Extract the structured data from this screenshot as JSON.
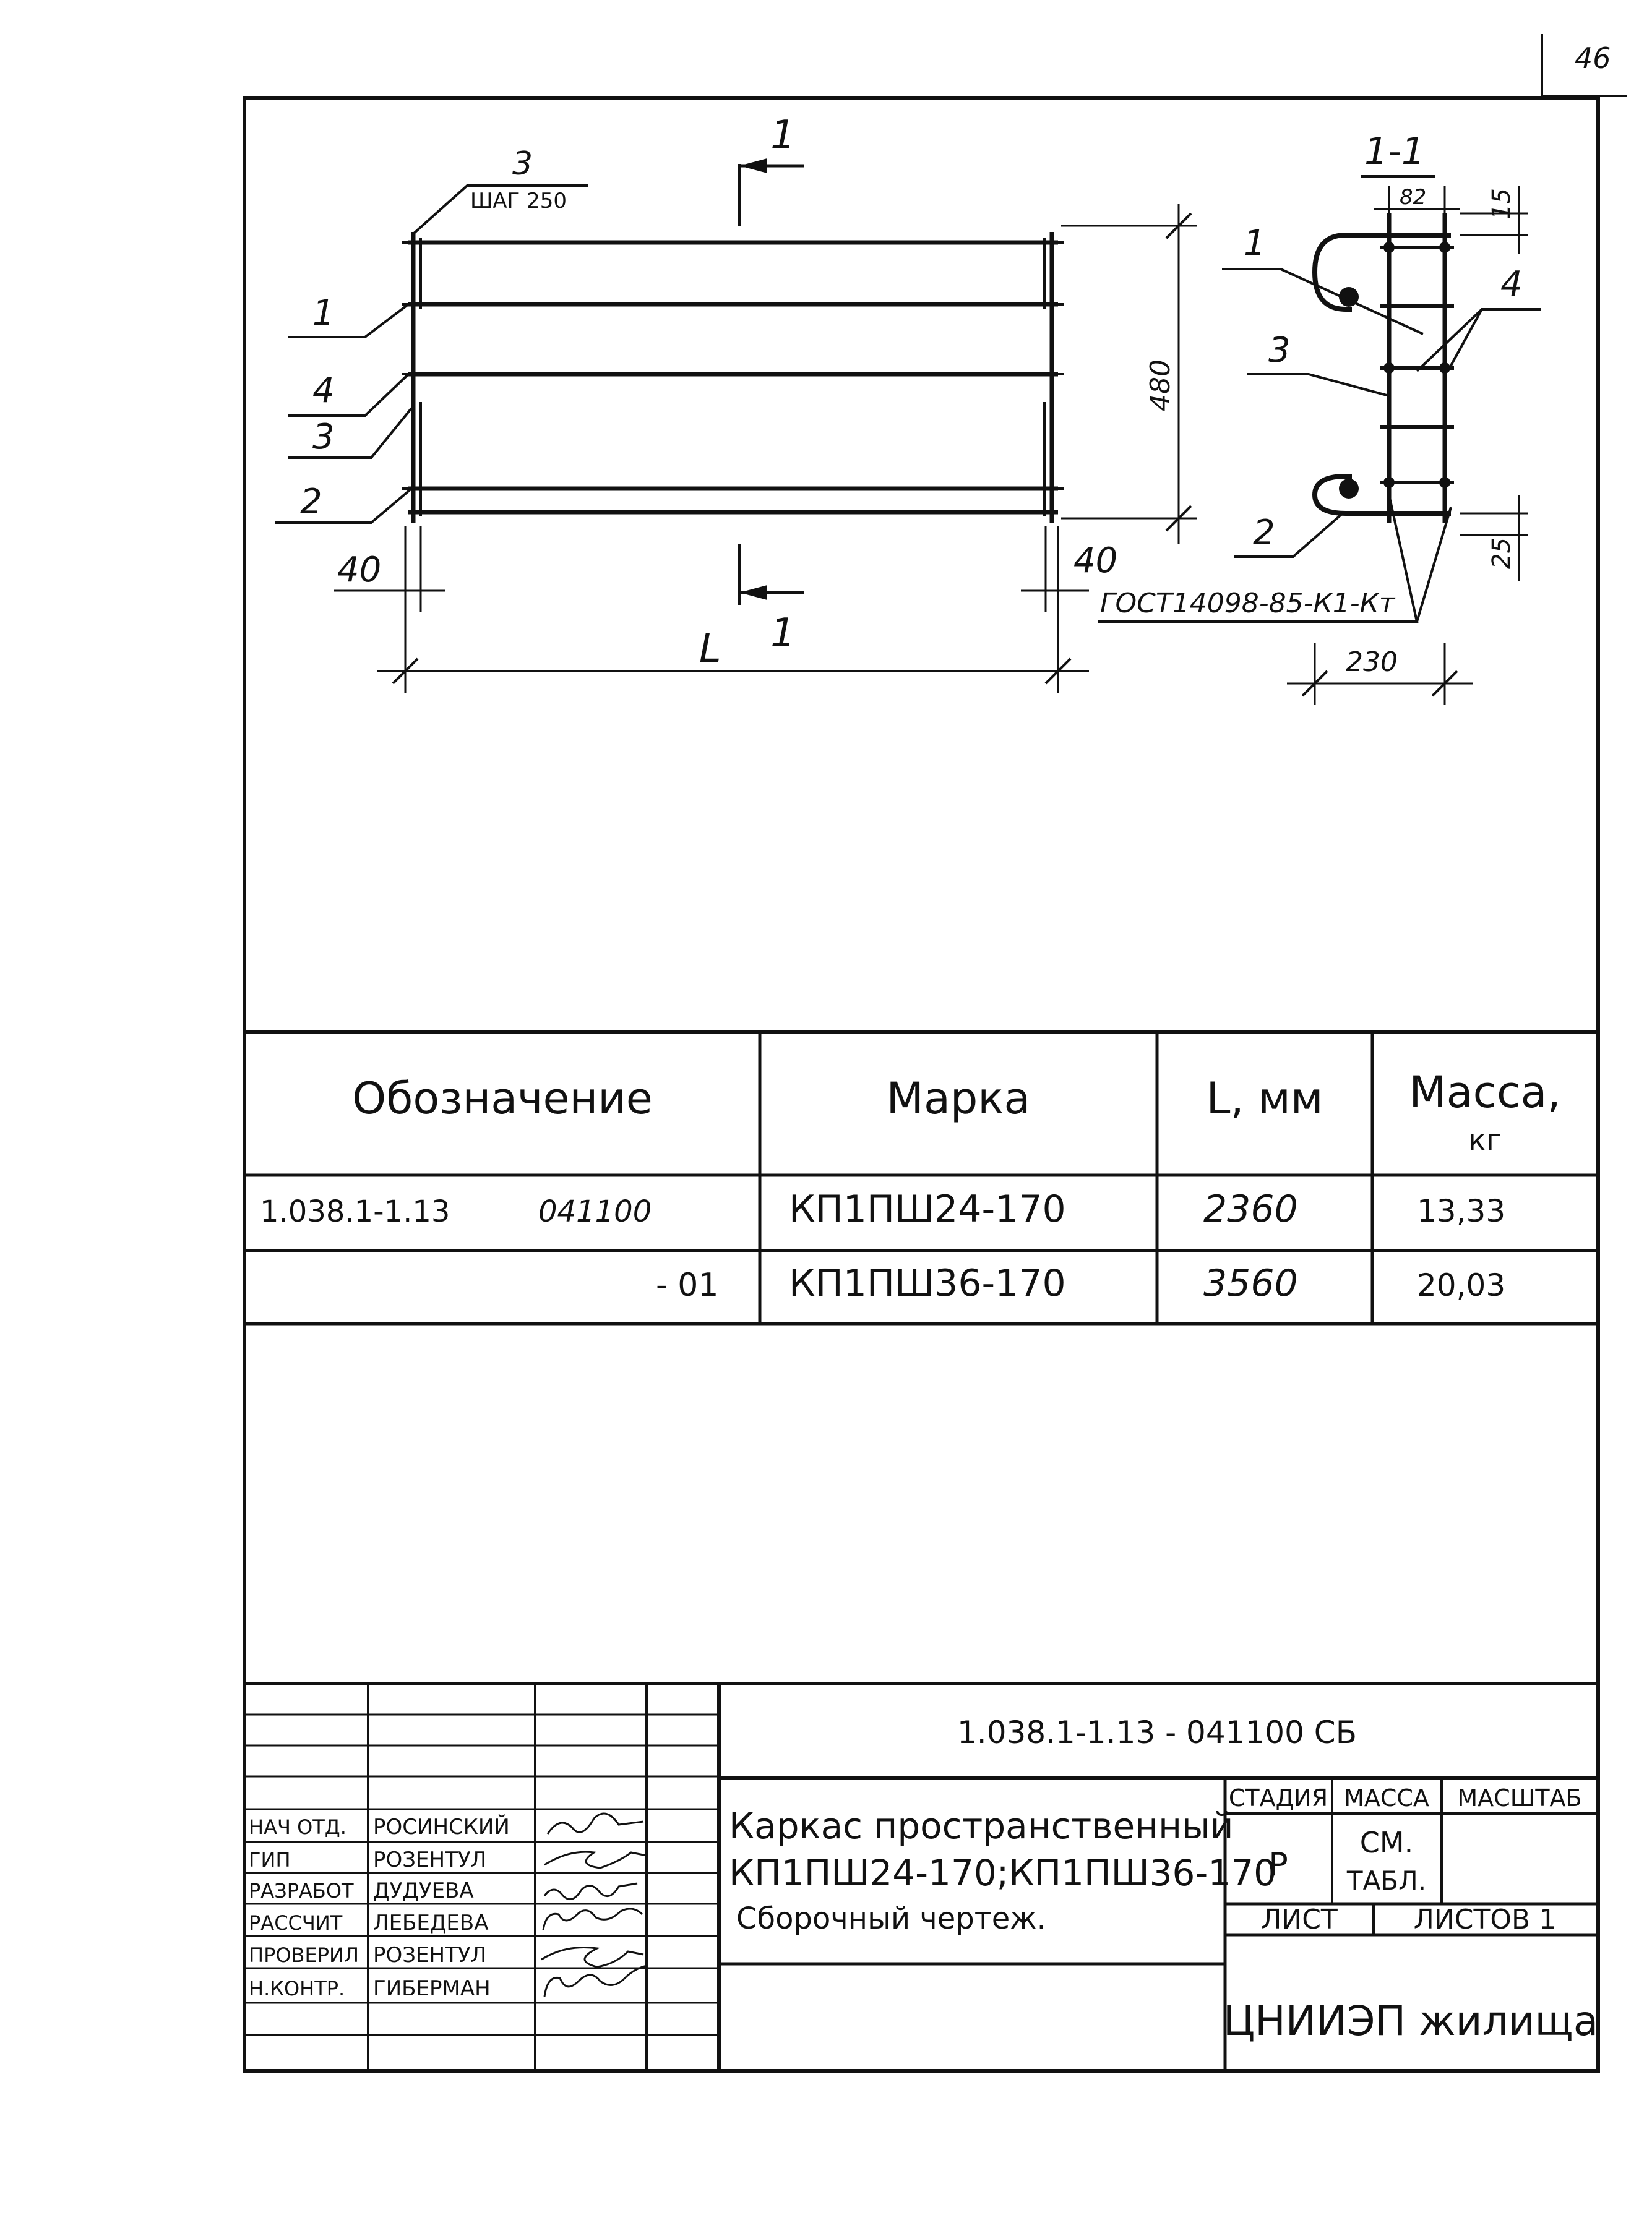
{
  "sheet_number": "46",
  "drawing": {
    "main_view": {
      "pos1": "1",
      "pos2": "2",
      "pos3": "3",
      "pos4": "4",
      "pitch_label": "ШАГ 250",
      "height_dim": "480",
      "end_dim_left": "40",
      "end_dim_right": "40",
      "length_label": "L",
      "section_mark_top": "1",
      "section_mark_bottom": "1"
    },
    "section_view": {
      "title": "1-1",
      "dim_82": "82",
      "dim_15": "15",
      "dim_25": "25",
      "dim_230": "230",
      "pos1": "1",
      "pos2": "2",
      "pos3": "3",
      "pos4": "4",
      "gost_label": "ГОСТ14098-85-К1-Кт"
    }
  },
  "spec_table": {
    "headers": [
      "Обозначение",
      "Марка",
      "L, мм",
      "Масса,",
      "кг"
    ],
    "rows": [
      {
        "code": "1.038.1-1.13",
        "suffix": "041100",
        "mark": "КП1ПШ24-170",
        "length": "2360",
        "mass": "13,33"
      },
      {
        "code": "",
        "suffix": "- 01",
        "mark": "КП1ПШ36-170",
        "length": "3560",
        "mass": "20,03"
      }
    ]
  },
  "title_block": {
    "doc_code": "1.038.1-1.13 - 041100 СБ",
    "title_line1": "Каркас пространственный",
    "title_line2": "КП1ПШ24-170;КП1ПШ36-170",
    "title_line3": "Сборочный чертеж.",
    "col_stage": "СТАДИЯ",
    "col_mass": "МАССА",
    "col_scale": "МАСШТАБ",
    "stage_value": "Р",
    "mass_value_1": "СМ.",
    "mass_value_2": "ТАБЛ.",
    "sheet_label": "ЛИСТ",
    "sheets_label": "ЛИСТОВ 1",
    "org": "ЦНИИЭП жилища",
    "signatures": [
      {
        "role": "НАЧ ОТД.",
        "name": "РОСИНСКИЙ"
      },
      {
        "role": "ГИП",
        "name": "РОЗЕНТУЛ"
      },
      {
        "role": "РАЗРАБОТ",
        "name": "ДУДУЕВА"
      },
      {
        "role": "РАССЧИТ",
        "name": "ЛЕБЕДЕВА"
      },
      {
        "role": "ПРОВЕРИЛ",
        "name": "РОЗЕНТУЛ"
      },
      {
        "role": "Н.КОНТР.",
        "name": "ГИБЕРМАН"
      }
    ]
  }
}
